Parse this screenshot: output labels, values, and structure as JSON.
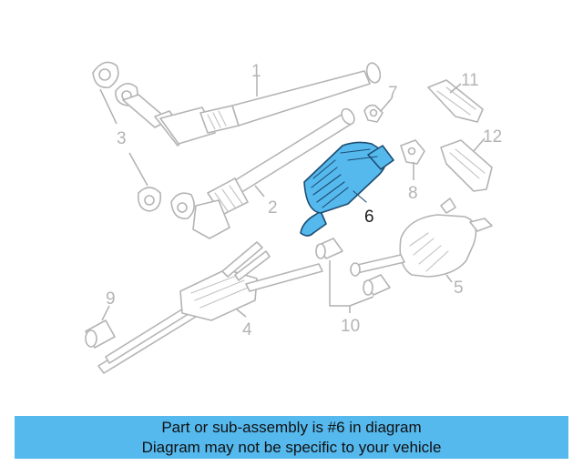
{
  "diagram": {
    "highlight_color": "#55b9ee",
    "callouts": {
      "c1": "1",
      "c2": "2",
      "c3": "3",
      "c4": "4",
      "c5": "5",
      "c6": "6",
      "c7": "7",
      "c8": "8",
      "c9": "9",
      "c10": "10",
      "c11": "11",
      "c12": "12"
    },
    "highlighted_part": "6"
  },
  "banner": {
    "line1": "Part or sub-assembly is #6 in diagram",
    "line2": "Diagram may not be specific to your vehicle",
    "color": "#55b9ee"
  }
}
